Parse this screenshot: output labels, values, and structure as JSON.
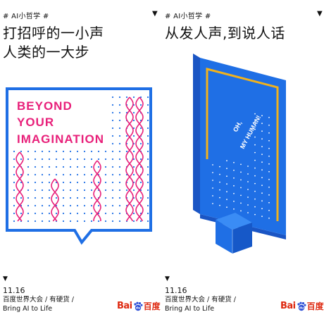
{
  "panels": [
    {
      "hashtag": "# AI小哲学 #",
      "headline_line1": "打招呼的一小声",
      "headline_line2": "人类的一大步",
      "art_text_1": "BEYOND",
      "art_text_2": "YOUR",
      "art_text_3": "IMAGINATION",
      "date": "11.16",
      "subtitle": "百度世界大会 / 有硬货 /",
      "tagline": "Bring AI to Life"
    },
    {
      "hashtag": "# AI小哲学 #",
      "headline_line1": "从发人声,到说人话",
      "screen_text_1": "OH,",
      "screen_text_2": "MY HUMAN!",
      "date": "11.16",
      "subtitle": "百度世界大会 / 有硬货 /",
      "tagline": "Bring AI to Life"
    }
  ],
  "brand": {
    "text_left": "Bai",
    "text_mid": "du",
    "text_right": "百度"
  },
  "colors": {
    "blue": "#1f6fe5",
    "pink": "#e8207a",
    "gold": "#f2b21c",
    "red": "#de2910"
  },
  "icons": {
    "caret": "triangle-down-icon",
    "logo": "baidu-paw-icon"
  }
}
